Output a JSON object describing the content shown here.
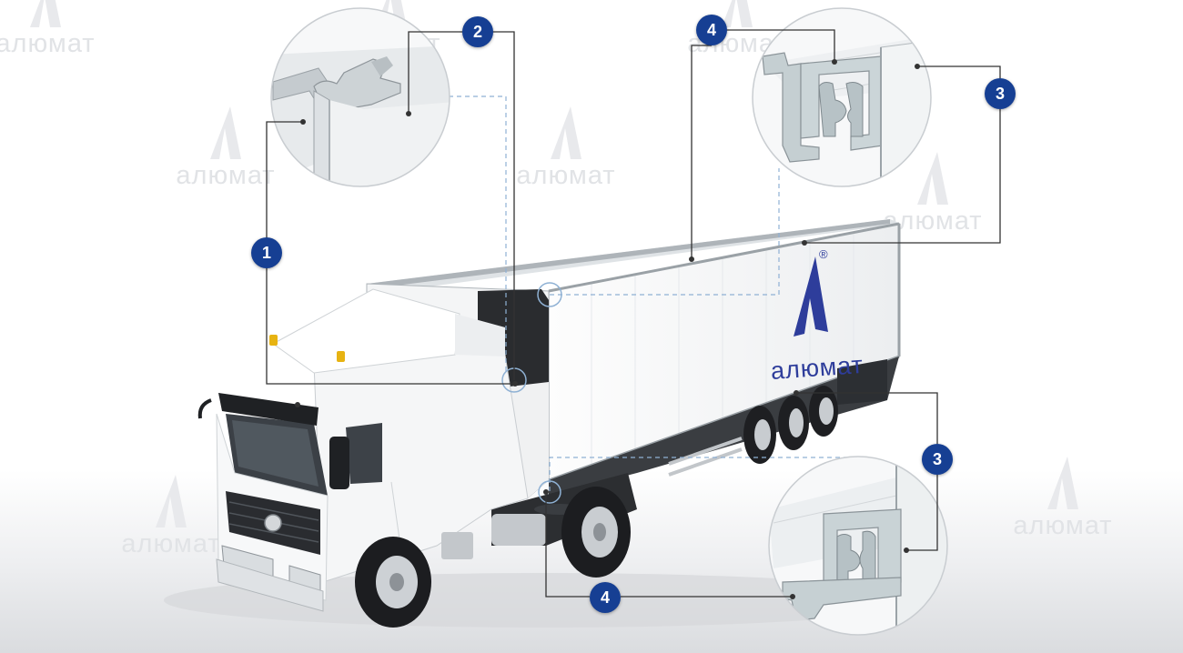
{
  "watermark": {
    "text": "алюмат"
  },
  "brand": {
    "logo_text": "алюмат",
    "registered_mark": "®"
  },
  "callouts": [
    {
      "number": "1"
    },
    {
      "number": "2"
    },
    {
      "number": "3"
    },
    {
      "number": "4"
    },
    {
      "number": "3"
    },
    {
      "number": "4"
    }
  ],
  "colors": {
    "badge_blue": "#163f93",
    "brand_blue": "#2e3d9b",
    "leader_line": "#333333",
    "dashed_guide": "#8fb1d4",
    "watermark_gray": "#e1e3e6",
    "profile_aluminium": "#c9cfd2"
  }
}
